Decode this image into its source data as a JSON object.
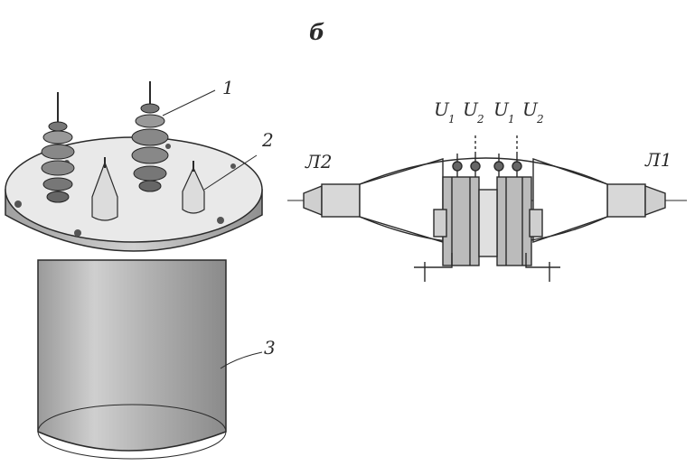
{
  "figure": {
    "panel_label": "б",
    "callouts": {
      "c1": "1",
      "c2": "2",
      "c3": "3"
    },
    "terminal_labels": [
      "U",
      "U",
      "U",
      "U"
    ],
    "terminal_subscripts": [
      "1",
      "2",
      "1",
      "2"
    ],
    "line_left": "Л2",
    "line_right": "Л1"
  },
  "colors": {
    "ink": "#2a2a2a",
    "shade": "#bdbdbd",
    "light": "#e6e6e6",
    "paper": "#ffffff"
  }
}
